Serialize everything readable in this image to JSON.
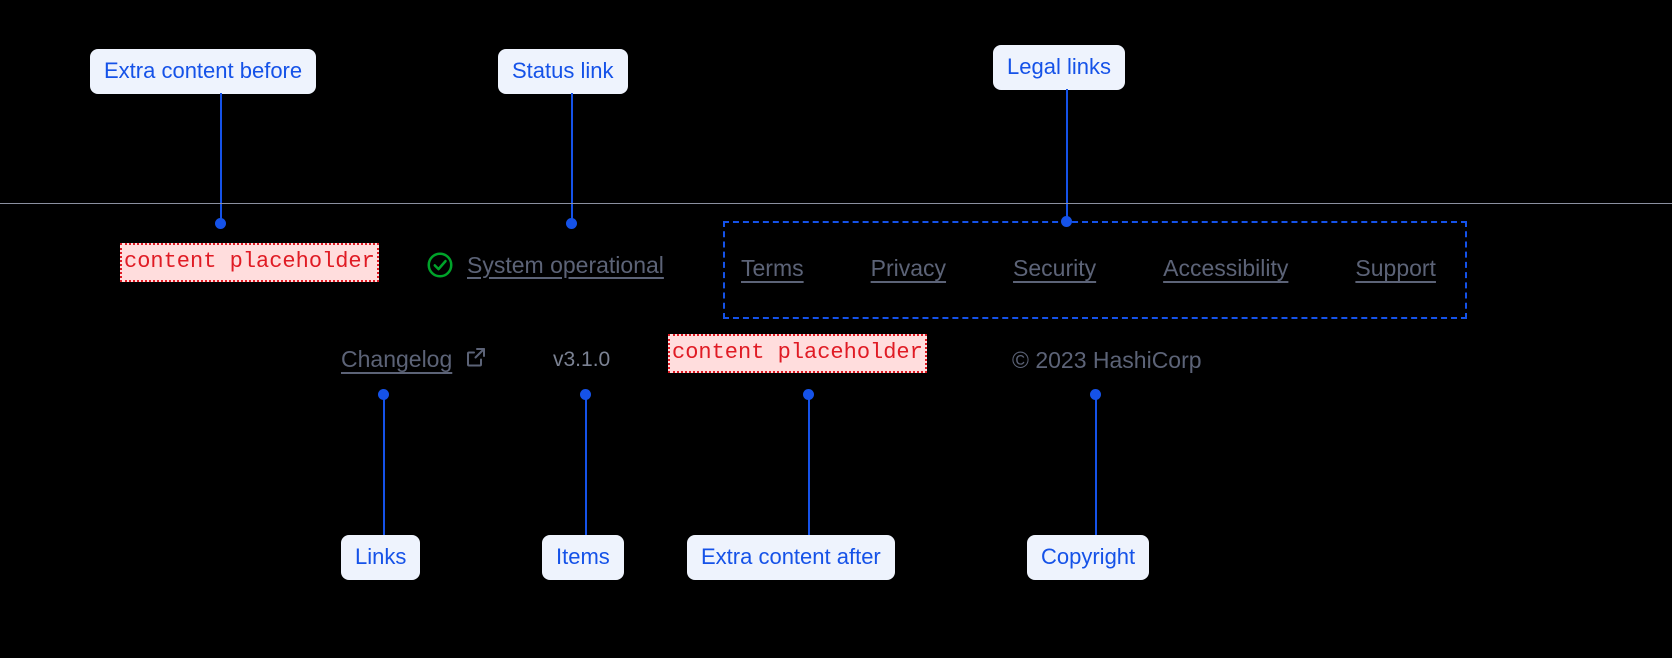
{
  "annotations": {
    "top": [
      {
        "label": "Extra content before",
        "name": "callout-extra-content-before"
      },
      {
        "label": "Status link",
        "name": "callout-status-link"
      },
      {
        "label": "Legal links",
        "name": "callout-legal-links"
      }
    ],
    "bottom": [
      {
        "label": "Links",
        "name": "callout-links"
      },
      {
        "label": "Items",
        "name": "callout-items"
      },
      {
        "label": "Extra content after",
        "name": "callout-extra-content-after"
      },
      {
        "label": "Copyright",
        "name": "callout-copyright"
      }
    ]
  },
  "footer": {
    "extra_before": "content placeholder",
    "extra_after": "content placeholder",
    "status": {
      "icon": "check-circle-icon",
      "label": "System operational"
    },
    "legal_links": [
      "Terms",
      "Privacy",
      "Security",
      "Accessibility",
      "Support"
    ],
    "changelog": {
      "label": "Changelog",
      "icon": "external-link-icon"
    },
    "version": "v3.1.0",
    "copyright": "© 2023 HashiCorp"
  },
  "colors": {
    "accent": "#1552e8",
    "callout_bg": "#eef3fd",
    "placeholder_text": "#e01b24",
    "placeholder_bg": "#ffdddd",
    "muted_text": "#5c6377",
    "status_green": "#00a32a",
    "divider": "#8b90a0",
    "background": "#000000"
  }
}
